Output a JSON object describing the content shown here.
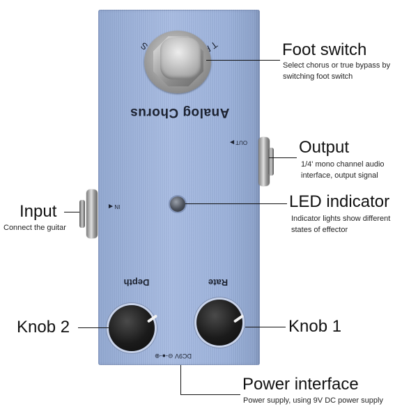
{
  "pedal": {
    "switch_label": "TRUEBYPASS",
    "name": "Analog Chorus",
    "out_label": "OUT",
    "in_label": "IN",
    "knob_left_label": "Depth",
    "knob_right_label": "Rate",
    "power_label": "DC9V"
  },
  "callouts": {
    "foot_switch": {
      "title": "Foot switch",
      "desc": [
        "Select chorus or true bypass by",
        "switching foot switch"
      ]
    },
    "output": {
      "title": "Output",
      "desc": [
        "1/4' mono channel audio",
        "interface, output signal"
      ]
    },
    "led": {
      "title": "LED indicator",
      "desc": [
        "Indicator lights show different",
        "states of effector"
      ]
    },
    "input": {
      "title": "Input",
      "desc": [
        "Connect the guitar"
      ]
    },
    "knob2": {
      "title": "Knob 2"
    },
    "knob1": {
      "title": "Knob 1"
    },
    "power": {
      "title": "Power interface",
      "desc": [
        "Power supply, using 9V DC power supply"
      ]
    }
  },
  "colors": {
    "pedal_body": "#a0b5dc",
    "knob": "#1b1b1b",
    "text": "#111111"
  }
}
